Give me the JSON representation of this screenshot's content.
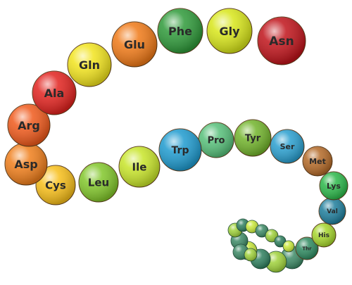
{
  "residues": [
    {
      "label": "Asn",
      "color": "#c0141b"
    },
    {
      "label": "Gly",
      "color": "#d8e61a"
    },
    {
      "label": "Phe",
      "color": "#2f9a3a"
    },
    {
      "label": "Glu",
      "color": "#f07a18"
    },
    {
      "label": "Gln",
      "color": "#f2e41e"
    },
    {
      "label": "Ala",
      "color": "#e2231f"
    },
    {
      "label": "Arg",
      "color": "#f05a1c"
    },
    {
      "label": "Asp",
      "color": "#f07f1c"
    },
    {
      "label": "Cys",
      "color": "#f8bf1a"
    },
    {
      "label": "Leu",
      "color": "#82c72b"
    },
    {
      "label": "Ile",
      "color": "#c8e52a"
    },
    {
      "label": "Trp",
      "color": "#1f9bcf"
    },
    {
      "label": "Pro",
      "color": "#57c07a"
    },
    {
      "label": "Tyr",
      "color": "#72b42c"
    },
    {
      "label": "Ser",
      "color": "#2a9fcf"
    },
    {
      "label": "Met",
      "color": "#b46a28"
    },
    {
      "label": "Lys",
      "color": "#2cb84a"
    },
    {
      "label": "Val",
      "color": "#1f7e9c"
    },
    {
      "label": "His",
      "color": "#a6d62c"
    },
    {
      "label": "Thr",
      "color": "#2e8a60"
    }
  ],
  "tail_colors": [
    "#3d8a66",
    "#9fd13a",
    "#2e7f5e",
    "#c9e83a"
  ]
}
